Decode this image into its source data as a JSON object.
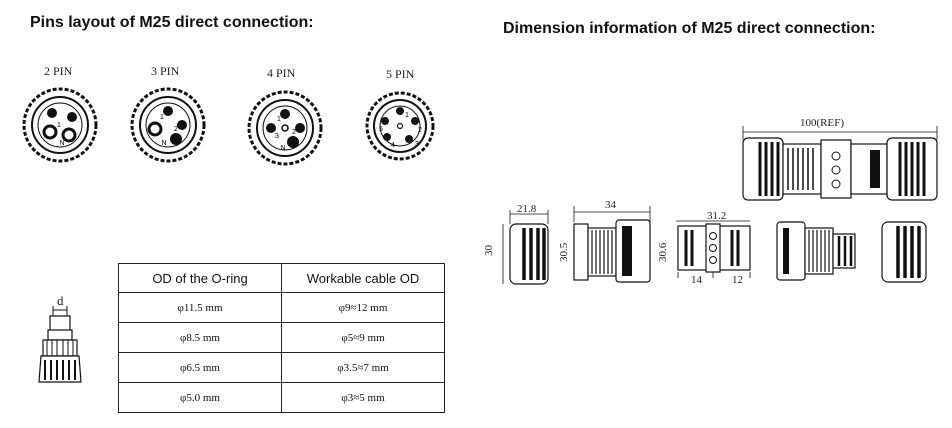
{
  "left_section": {
    "heading": "Pins layout of M25 direct connection:",
    "pins": [
      {
        "label": "2 PIN",
        "numbers": [
          "1",
          "N"
        ]
      },
      {
        "label": "3 PIN",
        "numbers": [
          "1",
          "2",
          "N"
        ]
      },
      {
        "label": "4 PIN",
        "numbers": [
          "1",
          "2",
          "3",
          "N"
        ]
      },
      {
        "label": "5 PIN",
        "numbers": [
          "1",
          "2",
          "3",
          "4",
          "5"
        ]
      }
    ],
    "small_dim_label": "d"
  },
  "right_section": {
    "heading": "Dimension information of M25 direct connection:",
    "dims": {
      "total_length": "100(REF)",
      "cap_width": "21.8",
      "cap_height": "30",
      "body_width": "34",
      "body_height": "30.5",
      "socket_width": "31.2",
      "socket_height": "30.6",
      "socket_left": "14",
      "socket_right": "12"
    }
  },
  "table": {
    "headers": [
      "OD of the O-ring",
      "Workable cable OD"
    ],
    "rows": [
      [
        "φ11.5 mm",
        "φ9≈12 mm"
      ],
      [
        "φ8.5 mm",
        "φ5≈9 mm"
      ],
      [
        "φ6.5 mm",
        "φ3.5≈7 mm"
      ],
      [
        "φ5.0 mm",
        "φ3≈5 mm"
      ]
    ]
  }
}
